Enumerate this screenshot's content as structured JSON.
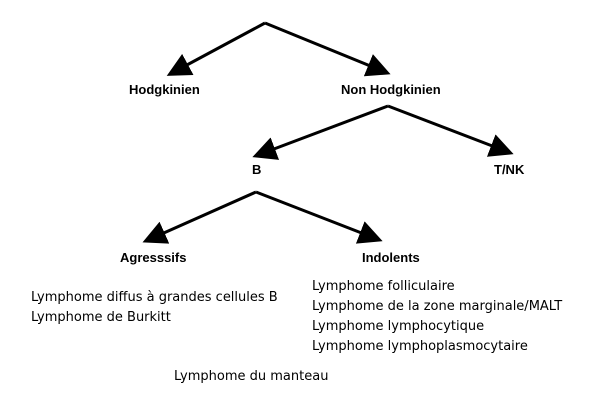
{
  "diagram": {
    "nodes": {
      "hodgkinien": "Hodgkinien",
      "non_hodgkinien": "Non Hodgkinien",
      "b": "B",
      "tnk": "T/NK",
      "agressifs": "Agresssifs",
      "indolents": "Indolents"
    },
    "agressifs_list": [
      "Lymphome diffus à grandes cellules B",
      "Lymphome de Burkitt"
    ],
    "indolents_list": [
      "Lymphome folliculaire",
      "Lymphome de la zone marginale/MALT",
      "Lymphome lymphocytique",
      "Lymphome lymphoplasmocytaire"
    ],
    "other": "Lymphome du manteau"
  }
}
